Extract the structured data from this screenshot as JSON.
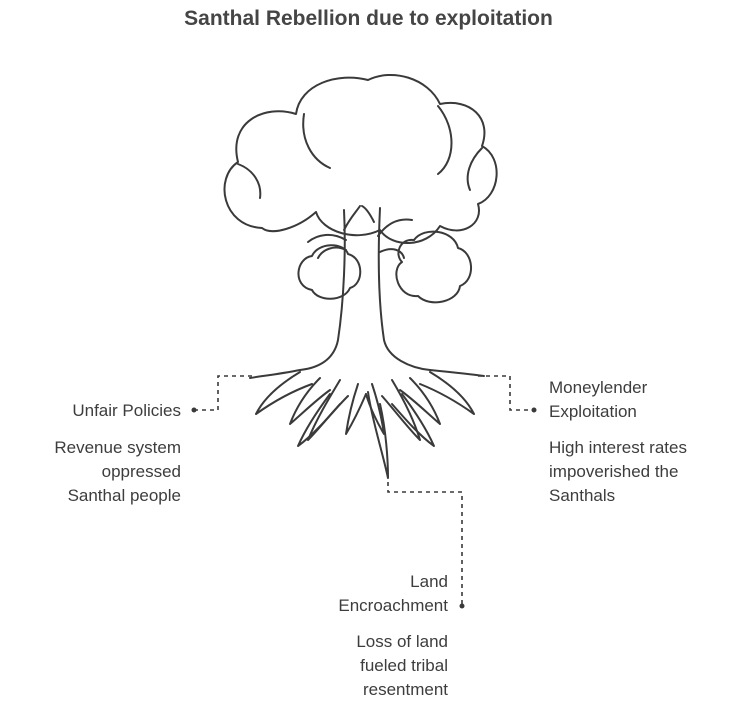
{
  "title": "Santhal Rebellion due to exploitation",
  "branches": [
    {
      "heading": [
        "Unfair Policies"
      ],
      "description": [
        "Revenue system",
        "oppressed",
        "Santhal people"
      ]
    },
    {
      "heading": [
        "Moneylender",
        "Exploitation"
      ],
      "description": [
        "High interest rates",
        "impoverished the",
        "Santhals"
      ]
    },
    {
      "heading": [
        "Land",
        "Encroachment"
      ],
      "description": [
        "Loss of land",
        "fueled tribal",
        "resentment"
      ]
    }
  ],
  "colors": {
    "line": "#3a3a3a",
    "text": "#3d3d3d",
    "title": "#454545"
  }
}
